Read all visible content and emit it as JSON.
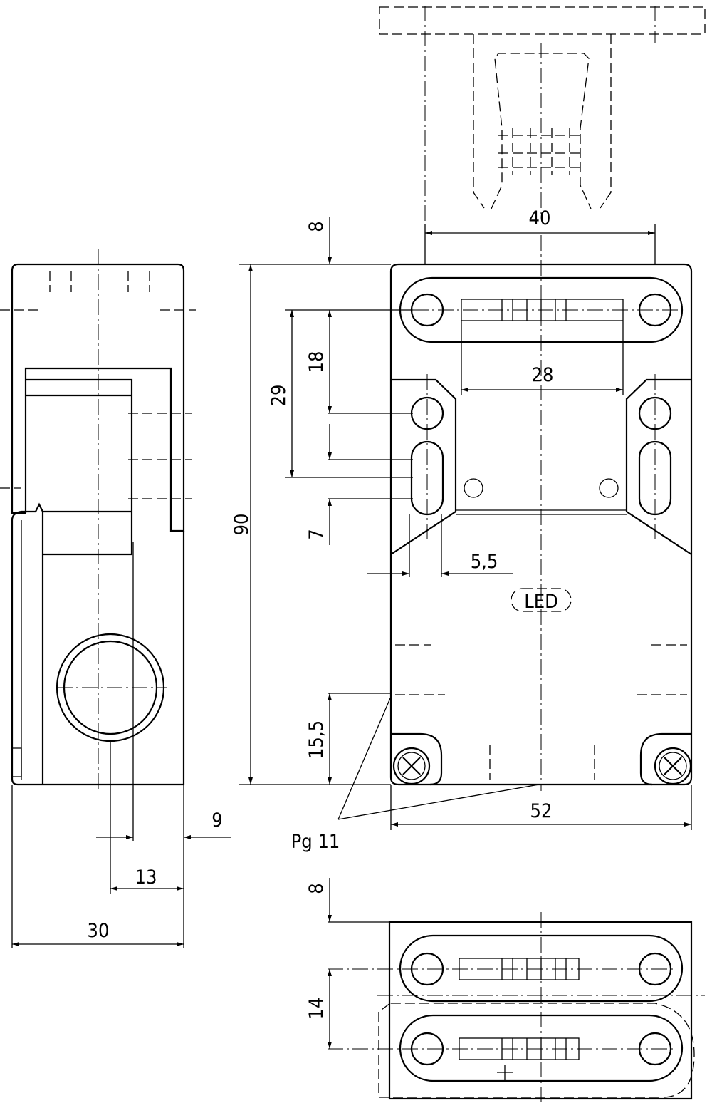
{
  "drawing": {
    "dimensions": {
      "width_top": "40",
      "top_offset": "8",
      "hole_spacing": "28",
      "vertical_18": "18",
      "vertical_29": "29",
      "height_total": "90",
      "vertical_7": "7",
      "slot_width": "5,5",
      "bottom_15_5": "15,5",
      "width_total": "52",
      "side_9": "9",
      "side_13": "13",
      "side_30": "30",
      "bottom_view_8": "8",
      "bottom_view_14": "14"
    },
    "labels": {
      "led": "LED",
      "cable_entry": "Pg 11"
    }
  }
}
